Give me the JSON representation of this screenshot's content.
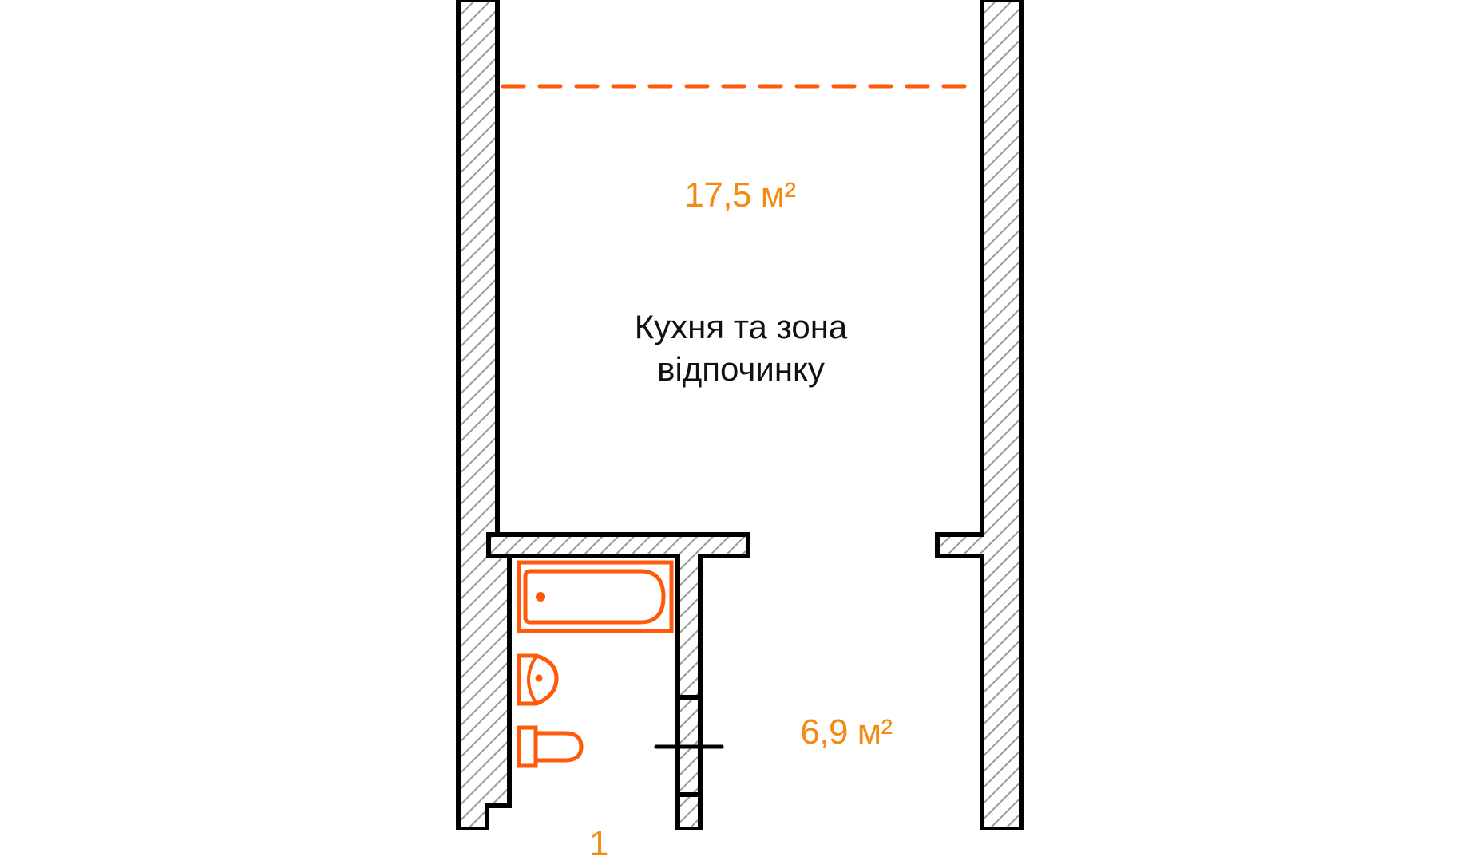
{
  "plan": {
    "colors": {
      "wall_outline": "#000000",
      "wall_hatch": "#9a9a9a",
      "fixture": "#FF5A0A",
      "area_text": "#F28A14",
      "room_text": "#111111",
      "zone_divider": "#FF5A0A"
    },
    "rooms": [
      {
        "name_line1": "Кухня та зона",
        "name_line2": "відпочинку",
        "area": "17,5 м²"
      },
      {
        "name": "",
        "area": "6,9 м²"
      },
      {
        "name": "",
        "area_partial": "1",
        "note": "area label cut off at bottom edge"
      }
    ],
    "fixtures": [
      "bathtub-icon",
      "sink-icon",
      "toilet-icon"
    ],
    "markers": [
      "zone-divider-dashed-line",
      "door-marker"
    ]
  }
}
